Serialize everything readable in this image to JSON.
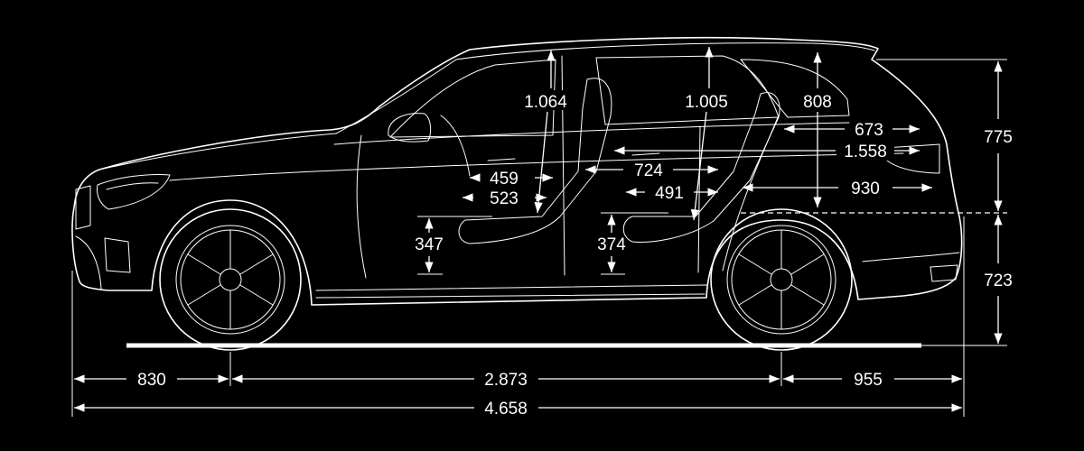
{
  "colors": {
    "background": "#000000",
    "line": "#ffffff"
  },
  "dimensions": {
    "front_overhang": "830",
    "wheelbase": "2.873",
    "rear_overhang": "955",
    "overall_length": "4.658",
    "upper_height": "775",
    "lower_height": "723",
    "front_headroom": "1.064",
    "rear_headroom": "1.005",
    "cargo_height": "808",
    "cargo_length_top": "673",
    "cargo_length_max": "1.558",
    "cargo_length_floor": "930",
    "rear_legroom": "724",
    "rear_seat_depth": "491",
    "front_legroom_upper": "459",
    "front_seat_depth": "523",
    "front_seat_height": "347",
    "rear_seat_height": "374"
  }
}
